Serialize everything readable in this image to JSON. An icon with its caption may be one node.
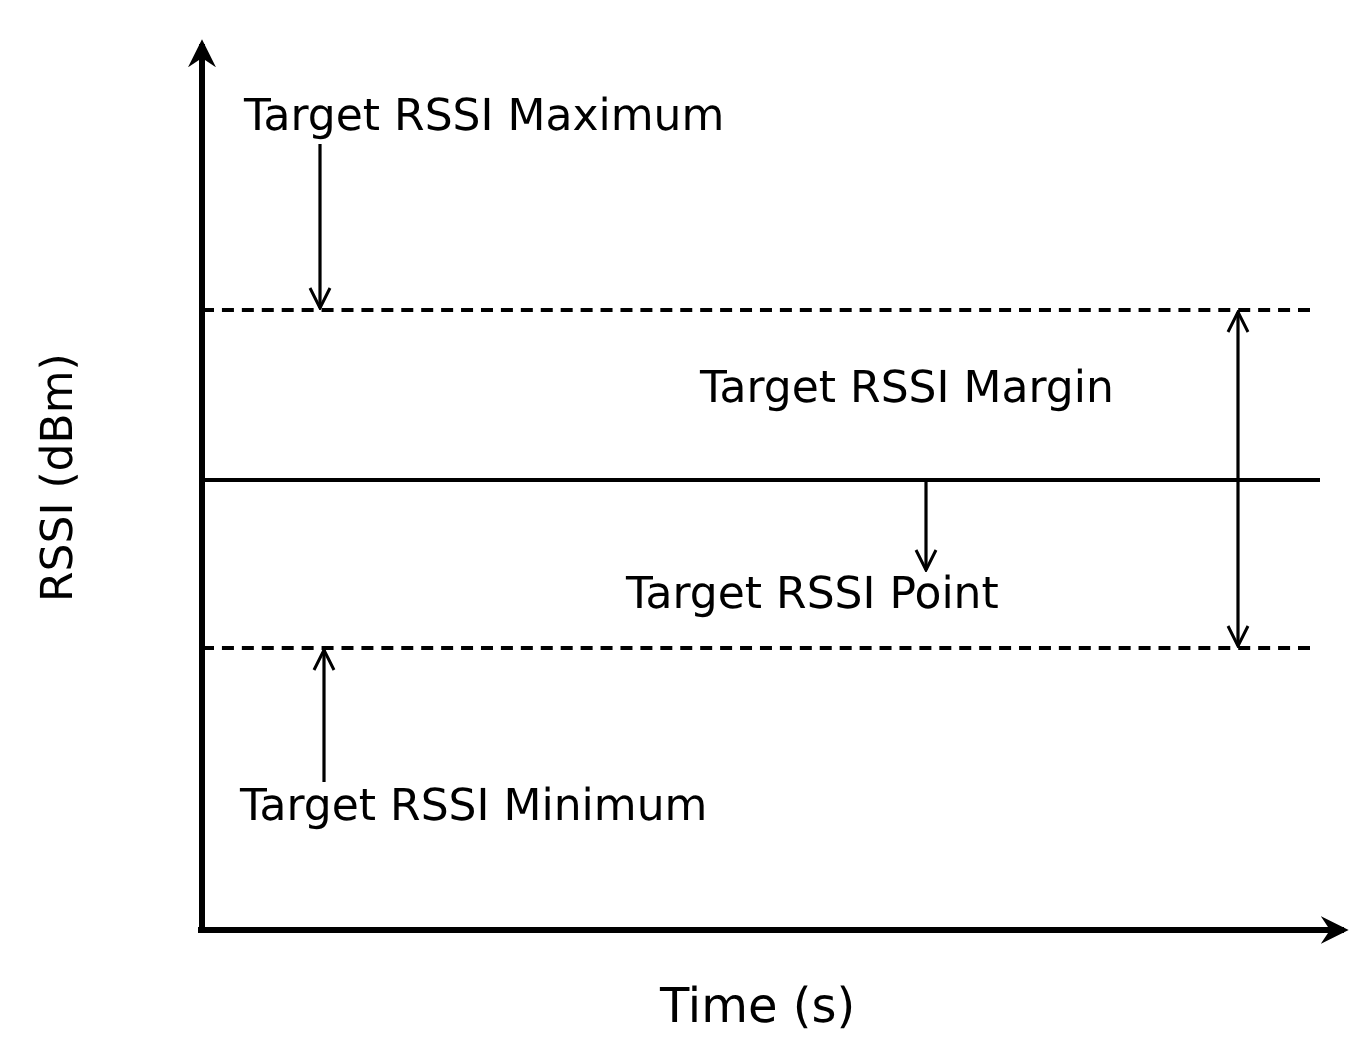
{
  "diagram": {
    "nodes": [
      {
        "text": [
          "Target RSSI Maximum"
        ]
      },
      {
        "text": [],
        "shape": "line"
      },
      {
        "text": [],
        "shape": "line"
      },
      {
        "text": [
          "Target RSSI Point"
        ]
      },
      {
        "text": [],
        "shape": "line"
      },
      {
        "text": [
          "Target RSSI Minimum"
        ]
      }
    ],
    "edges": [
      {
        "from": 0,
        "to": 1,
        "arrow": "to"
      },
      {
        "from": 1,
        "to": 4,
        "arrow": "both",
        "label": "Target RSSI Margin"
      },
      {
        "from": 2,
        "to": 3,
        "arrow": "to"
      },
      {
        "from": 5,
        "to": 4,
        "arrow": "to"
      }
    ],
    "labels": [
      "RSSI (dBm)",
      "Time (s)"
    ]
  }
}
